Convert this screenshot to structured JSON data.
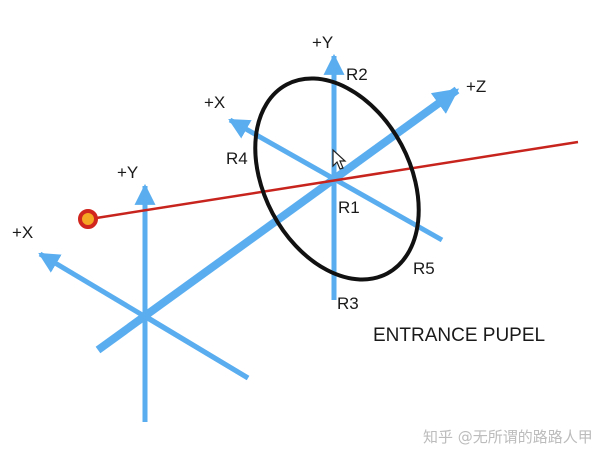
{
  "labels": {
    "left_x": "+X",
    "left_y": "+Y",
    "pupil_x": "+X",
    "pupil_y": "+Y",
    "z": "+Z",
    "r1": "R1",
    "r2": "R2",
    "r3": "R3",
    "r4": "R4",
    "r5": "R5",
    "caption": "ENTRANCE PUPEL",
    "watermark": "知乎 @无所谓的路路人甲"
  },
  "colors": {
    "axis": "#5aaef0",
    "ray": "#c8241e",
    "pupil_outline": "#111111",
    "source_fill": "#f5a623",
    "source_ring": "#d0261e"
  },
  "icons": {
    "source": "source-point-icon",
    "cursor": "cursor-icon"
  }
}
